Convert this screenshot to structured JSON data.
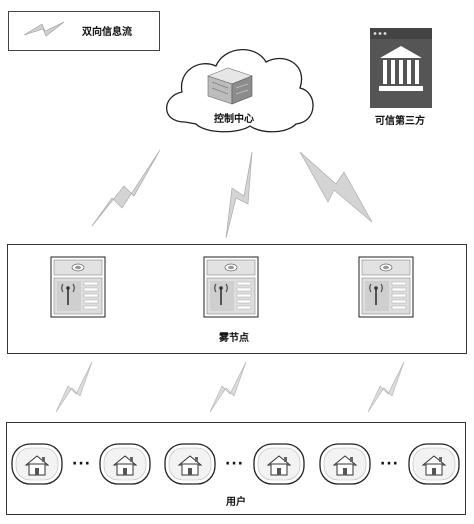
{
  "legend": {
    "label": "双向信息流"
  },
  "cloud": {
    "label": "控制中心"
  },
  "third_party": {
    "label": "可信第三方"
  },
  "fog_layer": {
    "label": "雾节点"
  },
  "user_layer": {
    "label": "用户",
    "ellipsis": "···"
  },
  "colors": {
    "bolt": "#c8c8c8",
    "border": "#333333",
    "device": "#d8d8d8",
    "dark_panel": "#555555"
  },
  "icons": {
    "flow": "lightning-icon",
    "control": "server-building-icon",
    "third_party": "bank-icon",
    "fog": "wireless-router-icon",
    "user": "house-icon"
  }
}
